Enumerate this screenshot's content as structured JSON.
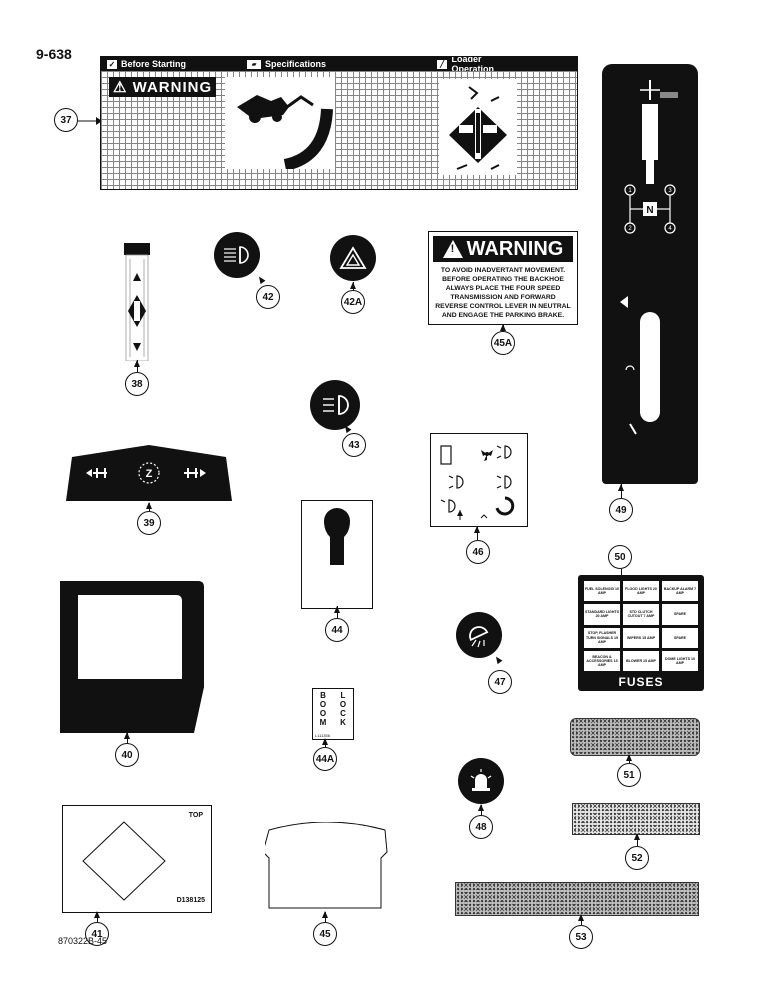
{
  "page": {
    "page_ref": "9-638",
    "catalog_number": "870322B-45"
  },
  "decal_37": {
    "sections": [
      "Before Starting",
      "Specifications",
      "Loader Operation"
    ],
    "warning_word": "WARNING"
  },
  "decal_45a": {
    "header": "WARNING",
    "message_lines": [
      "TO AVOID INADVERTANT MOVEMENT.",
      "BEFORE OPERATING THE BACKHOE",
      "ALWAYS PLACE THE FOUR SPEED",
      "TRANSMISSION AND FORWARD",
      "REVERSE CONTROL LEVER IN NEUTRAL",
      "AND ENGAGE THE PARKING BRAKE."
    ]
  },
  "decal_39": {
    "center_letter": "Z"
  },
  "decal_49": {
    "center_letter": "N",
    "gear_labels": [
      "1",
      "3",
      "2",
      "4"
    ]
  },
  "decal_50": {
    "title": "FUSES",
    "cells": [
      "FUEL SOLENOID 10 AMP",
      "FLOOD LIGHTS 20 AMP",
      "BACKUP ALARM 7 AMP",
      "STANDARD LIGHTS 20 AMP",
      "STD CLUTCH CUTOUT 7 AMP",
      "SPARE",
      "STOP, FLASHER TURN SIGNALS 15 AMP",
      "WIPERS 15 AMP",
      "SPARE",
      "BEACON & ACCESSORIES 15 AMP",
      "BLOWER 15 AMP",
      "DOME LIGHTS 10 AMP"
    ]
  },
  "decal_44a": {
    "left_word": [
      "B",
      "O",
      "O",
      "M"
    ],
    "right_word": [
      "L",
      "O",
      "C",
      "K"
    ],
    "part_number": "L111356"
  },
  "decal_41": {
    "top_label": "TOP",
    "part_number": "D138125"
  },
  "callouts": {
    "c37": "37",
    "c38": "38",
    "c39": "39",
    "c40": "40",
    "c41": "41",
    "c42": "42",
    "c42a": "42A",
    "c43": "43",
    "c44": "44",
    "c44a": "44A",
    "c45": "45",
    "c45a": "45A",
    "c46": "46",
    "c47": "47",
    "c48": "48",
    "c49": "49",
    "c50": "50",
    "c51": "51",
    "c52": "52",
    "c53": "53"
  }
}
